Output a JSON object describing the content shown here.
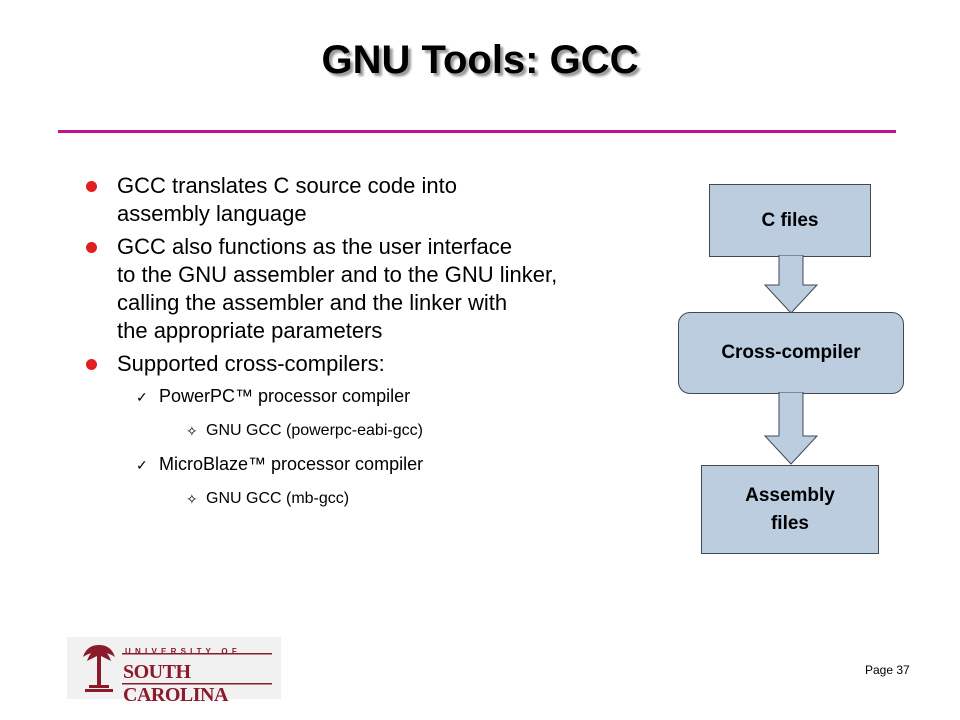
{
  "slide": {
    "title": "GNU Tools: GCC",
    "bullets": [
      {
        "text": "GCC translates C source code into\nassembly language"
      },
      {
        "text": "GCC also functions as the user interface\nto the GNU assembler and to the GNU linker,\ncalling the assembler and the linker with\nthe appropriate parameters"
      },
      {
        "text": "Supported cross-compilers:"
      }
    ],
    "sub_items": [
      {
        "text": "PowerPC™  processor compiler",
        "detail": "GNU GCC (powerpc-eabi-gcc)"
      },
      {
        "text": "MicroBlaze™ processor compiler",
        "detail": "GNU GCC (mb-gcc)"
      }
    ],
    "check_glyph": "✓",
    "sub_glyph": "✧"
  },
  "diagram": {
    "box_c": "C files",
    "box_cross": "Cross-compiler",
    "box_asm": "Assembly\nfiles",
    "box_color": "#bccde0"
  },
  "footer": {
    "logo_line1": "U N I V E R S I T Y   O F",
    "logo_line2": "SOUTH CAROLINA",
    "page": "Page 37"
  },
  "colors": {
    "rule": "#c0138f",
    "bullet": "#e02020",
    "logo": "#8b1a2b"
  }
}
